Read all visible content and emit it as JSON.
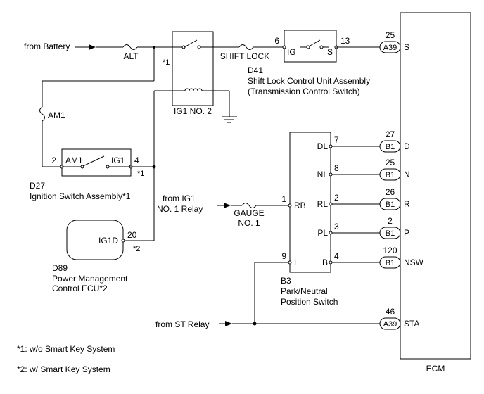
{
  "inputs": {
    "battery": "from Battery",
    "ig1_relay_l1": "from IG1",
    "ig1_relay_l2": "NO. 1 Relay",
    "st_relay": "from ST Relay"
  },
  "fuses": {
    "alt": "ALT",
    "am1": "AM1",
    "shift_lock": "SHIFT LOCK",
    "gauge_l1": "GAUGE",
    "gauge_l2": "NO. 1"
  },
  "ig1_relay": {
    "label": "IG1 NO. 2"
  },
  "d41": {
    "code": "D41",
    "name_l1": "Shift Lock Control Unit Assembly",
    "name_l2": "(Transmission Control Switch)",
    "pin_in": "6",
    "pin_out": "13",
    "term_in": "IG",
    "term_out": "S"
  },
  "d27": {
    "code": "D27",
    "name": "Ignition Switch Assembly*1",
    "pin_left": "2",
    "pin_right": "4",
    "term_left": "AM1",
    "term_right": "IG1"
  },
  "d89": {
    "code": "D89",
    "name_l1": "Power Management",
    "name_l2": "Control ECU*2",
    "term": "IG1D",
    "pin": "20"
  },
  "b3": {
    "code": "B3",
    "name_l1": "Park/Neutral",
    "name_l2": "Position Switch",
    "left_terms": [
      {
        "pin": "1",
        "term": "RB"
      },
      {
        "pin": "9",
        "term": "L"
      }
    ],
    "right_terms": [
      {
        "pin": "7",
        "term": "DL"
      },
      {
        "pin": "8",
        "term": "NL"
      },
      {
        "pin": "2",
        "term": "RL"
      },
      {
        "pin": "3",
        "term": "PL"
      },
      {
        "pin": "4",
        "term": "B"
      }
    ]
  },
  "ecm": {
    "label": "ECM",
    "connections": [
      {
        "pin": "25",
        "connector": "A39",
        "term": "S"
      },
      {
        "pin": "27",
        "connector": "B1",
        "term": "D"
      },
      {
        "pin": "25",
        "connector": "B1",
        "term": "N"
      },
      {
        "pin": "26",
        "connector": "B1",
        "term": "R"
      },
      {
        "pin": "2",
        "connector": "B1",
        "term": "P"
      },
      {
        "pin": "120",
        "connector": "B1",
        "term": "NSW"
      },
      {
        "pin": "46",
        "connector": "A39",
        "term": "STA"
      }
    ]
  },
  "marks": {
    "m1_top": "*1",
    "m1_bottom": "*1",
    "m2": "*2"
  },
  "notes": {
    "n1": "*1: w/o Smart Key System",
    "n2": "*2: w/ Smart Key System"
  }
}
